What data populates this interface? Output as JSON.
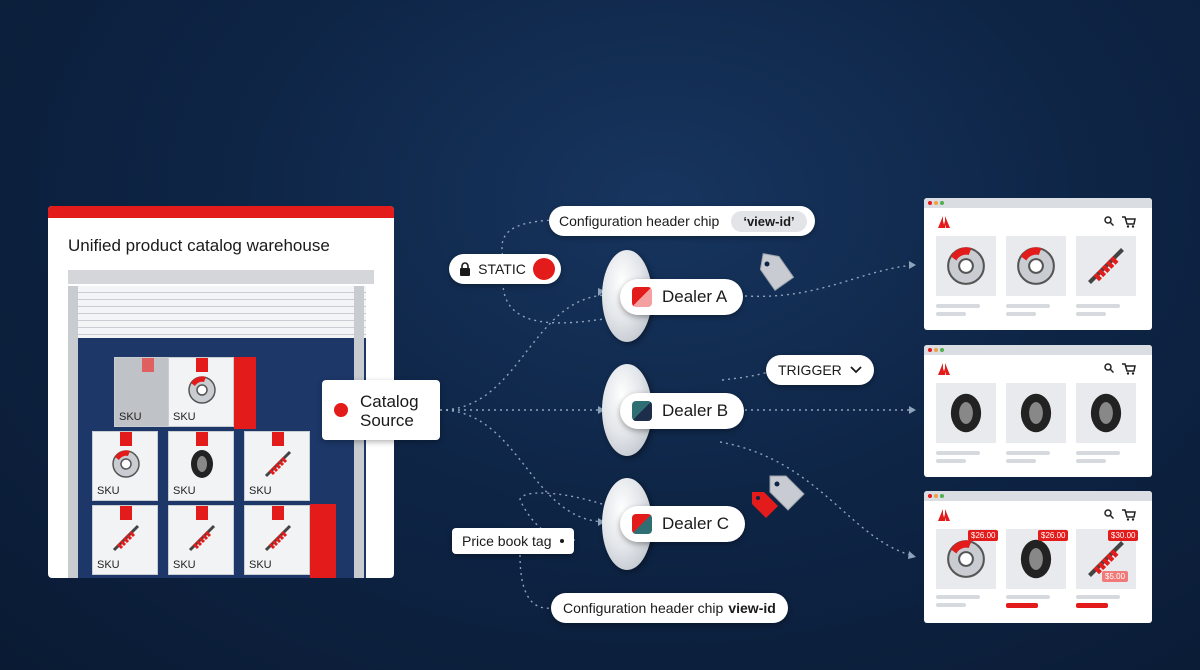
{
  "warehouse": {
    "title": "Unified product catalog warehouse",
    "sku_label": "SKU"
  },
  "catalog_source": {
    "line1": "Catalog",
    "line2": "Source"
  },
  "chips": {
    "config_top_label": "Configuration header chip",
    "config_top_value": "‘view-id’",
    "static_label": "STATIC",
    "trigger_label": "TRIGGER",
    "price_book_label": "Price book tag",
    "config_bottom_label": "Configuration header chip",
    "config_bottom_value": "view-id"
  },
  "dealers": [
    {
      "label": "Dealer A"
    },
    {
      "label": "Dealer B"
    },
    {
      "label": "Dealer C"
    }
  ],
  "stores": {
    "prices": [
      "$26.00",
      "$26.00",
      "$30.00"
    ],
    "sale_price": "$5.00"
  },
  "colors": {
    "accent": "#e31b1b",
    "background": "#0e2546",
    "warehouse_bay": "#1c3768",
    "dealer_b_swatch": "#2f6f73"
  },
  "icons": [
    "lock-icon",
    "tag-icon",
    "chevron-down-icon",
    "adobe-logo-icon",
    "search-icon",
    "cart-icon",
    "brake-disc-icon",
    "tire-icon",
    "shock-absorber-icon"
  ]
}
